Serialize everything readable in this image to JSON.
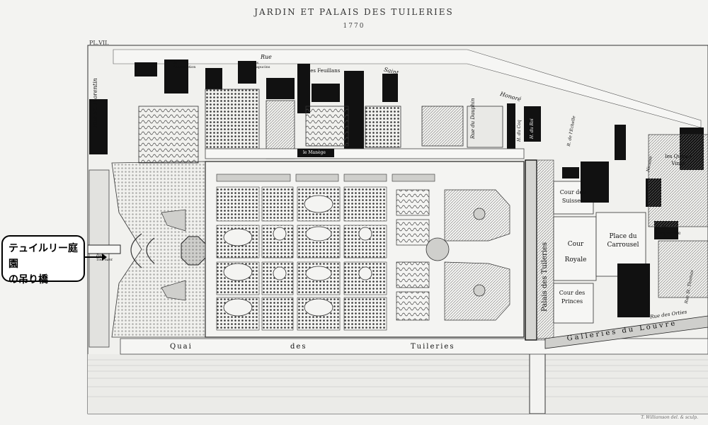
{
  "header": {
    "title": "JARDIN ET PALAIS DES TUILERIES",
    "year": "1770",
    "plate": "PL.VII."
  },
  "callout": {
    "line1": "テュイルリー庭園",
    "line2": "の吊り橋"
  },
  "labels": {
    "rue": "Rue",
    "saint": "Saint",
    "honore": "Honoré",
    "les_feuillans": "les Feuillans",
    "capucins": "les Capucins",
    "assomption": "de l'Assomption",
    "rue_st_florentin": "Rue St. Florentin",
    "rue_du_dauphin": "Rue du Dauphin",
    "le_manege": "le Manège",
    "h_du_coq": "H. du Coq",
    "h_du_roi": "H. du Roi",
    "r_de_lechelle": "R. de l'Echelle",
    "pont_tournant": "Pont Tournant",
    "cour_des_suisses": "Cour des Suisses",
    "cour_royale": "Cour Royale",
    "cour_des_princes": "Cour des Princes",
    "palais_des_tuileries": "Palais des Tuileries",
    "place_du_carrousel": "Place du Carrousel",
    "les_quinze_vingt": "les Quinze Vingt",
    "h_de_longueville": "H. de Longueville",
    "rue_st_nicaise": "Nicaise",
    "rue_st_thomas": "Rue St. Thomas",
    "rue_des_orties": "Rue des Orties",
    "galleries_du_louvre": "Galleries du Louvre",
    "quai": "Quai",
    "des": "des",
    "tuileries": "Tuileries",
    "signature": "T. Williamson del. & sculp."
  },
  "colors": {
    "ink": "#1a1a1a",
    "paper": "#f3f3f1",
    "water": "#d6d6d6",
    "building": "#111111",
    "light_block": "#e4e4e0"
  }
}
